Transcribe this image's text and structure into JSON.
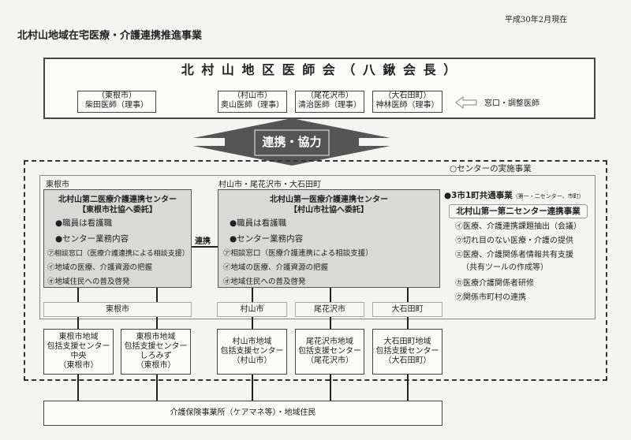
{
  "date": "平成30年2月現在",
  "title": "北村山地域在宅医療・介護連携推進事業",
  "medical_association": {
    "name": "北 村 山 地 区 医 師 会 （ 八 鍬 会 長 ）",
    "doctors": [
      {
        "area": "（東根市）",
        "name": "柴田医師（理事）"
      },
      {
        "area": "（村山市）",
        "name": "奥山医師（理事）"
      },
      {
        "area": "（尾花沢市）",
        "name": "清治医師（理事）"
      },
      {
        "area": "（大石田町）",
        "name": "神林医師（理事）"
      }
    ],
    "note": "窓口・調整医師"
  },
  "arrow_label": "連携・協力",
  "section_label": "○センターの実施事業",
  "left_area": "東根市",
  "right_area": "村山市・尾花沢市・大石田町",
  "link_label": "連携",
  "centers": [
    {
      "title": "北村山第二医療介護連携センター",
      "sub": "【東根市社協へ委託】",
      "items": [
        "●職員は看護職",
        "●センター業務内容",
        "㋐相談窓口（医療介護連携による相談支援）",
        "㋑地域の医療、介護資源の把握",
        "㋔地域住民への普及啓発"
      ]
    },
    {
      "title": "北村山第一医療介護連携センター",
      "sub": "【村山市社協へ委託】",
      "items": [
        "●職員は看護職",
        "●センター業務内容",
        "㋐相談窓口（医療介護連携による相談支援）",
        "㋑地域の医療、介護資源の把握",
        "㋔地域住民への普及啓発"
      ]
    }
  ],
  "common": {
    "heading": "●3市1町共通事業",
    "heading_note": "（第一・二センター、市町）",
    "box": "北村山第一第二センター連携事業",
    "items": [
      "㋑医療、介護連携課題抽出（会議）",
      "㋒切れ目のない医療・介護の提供",
      "㋓医療、介護関係者情報共有支援",
      "（共有ツールの作成等）",
      "㋕医療介護関係者研修",
      "㋗関係市町村の連携"
    ]
  },
  "cities": [
    "東根市",
    "村山市",
    "尾花沢市",
    "大石田町"
  ],
  "support_centers": [
    [
      "東根市地域",
      "包括支援センター",
      "中央",
      "（東根市）"
    ],
    [
      "東根市地域",
      "包括支援センター",
      "しろみず",
      "（東根市）"
    ],
    [
      "村山市地域",
      "包括支援センター",
      "（村山市）"
    ],
    [
      "尾花沢市地域",
      "包括支援センター",
      "（尾花沢市）"
    ],
    [
      "大石田町地域",
      "包括支援センター",
      "（大石田町）"
    ]
  ],
  "bottom": "介護保険事業所（ケアマネ等）・地域住民"
}
